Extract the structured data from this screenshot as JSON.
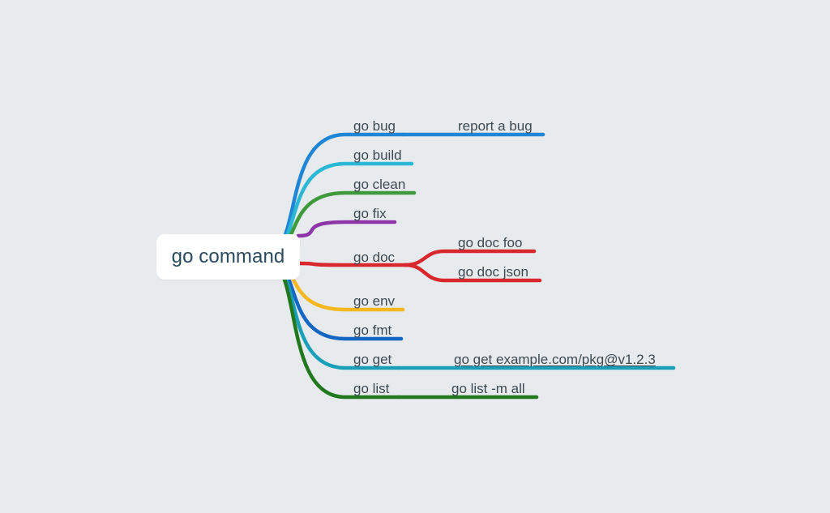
{
  "root": {
    "label": "go command"
  },
  "branches": [
    {
      "label": "go bug",
      "color": "#1f86d6",
      "children": [
        {
          "label": "report a bug"
        }
      ]
    },
    {
      "label": "go build",
      "color": "#2bb8d4",
      "children": []
    },
    {
      "label": "go clean",
      "color": "#3f9a3c",
      "children": []
    },
    {
      "label": "go fix",
      "color": "#8e35a8",
      "children": []
    },
    {
      "label": "go doc",
      "color": "#d8282e",
      "children": [
        {
          "label": "go doc foo"
        },
        {
          "label": "go doc json"
        }
      ]
    },
    {
      "label": "go env",
      "color": "#f7b81f",
      "children": []
    },
    {
      "label": "go fmt",
      "color": "#1367c2",
      "children": []
    },
    {
      "label": "go get",
      "color": "#1a9fb8",
      "children": [
        {
          "label": "go get example.com/pkg@v1.2.3"
        }
      ]
    },
    {
      "label": "go list",
      "color": "#22781f",
      "children": [
        {
          "label": "go list -m all"
        }
      ]
    }
  ]
}
